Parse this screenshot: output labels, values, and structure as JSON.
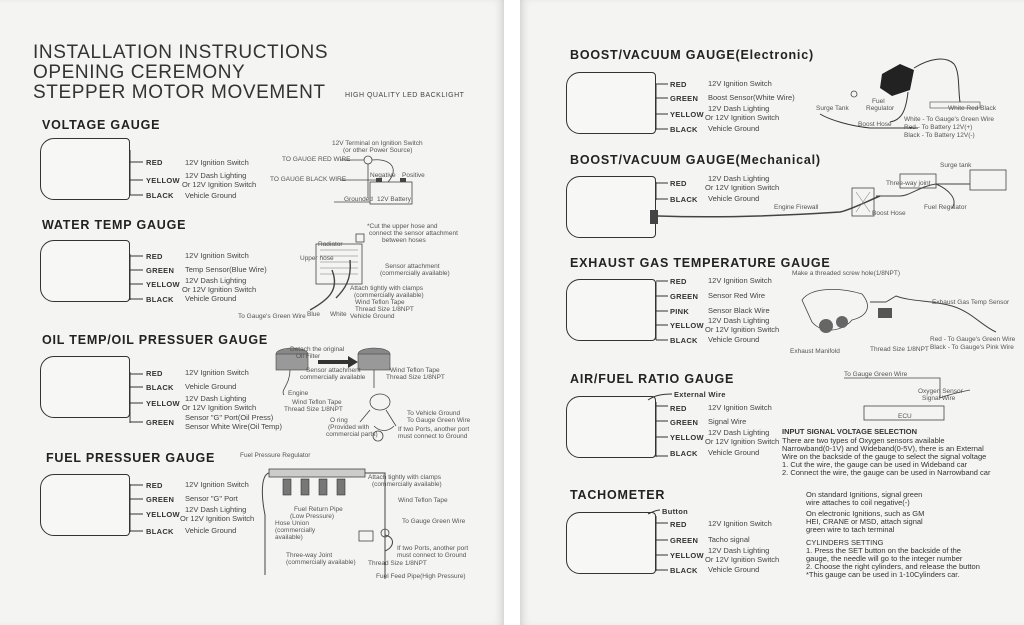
{
  "left_page": {
    "title_lines": [
      "INSTALLATION INSTRUCTIONS",
      "OPENING CEREMONY",
      "STEPPER MOTOR MOVEMENT"
    ],
    "subtitle": "HIGH QUALITY LED BACKLIGHT",
    "voltage": {
      "title": "VOLTAGE GAUGE",
      "wires": [
        {
          "color": "RED",
          "desc": [
            "12V Ignition Switch"
          ]
        },
        {
          "color": "YELLOW",
          "desc": [
            "12V Dash Lighting",
            "Or 12V Ignition Switch"
          ]
        },
        {
          "color": "BLACK",
          "desc": [
            "Vehicle Ground"
          ]
        }
      ],
      "labels": {
        "terminal": "12V Terminal on Ignition Switch",
        "terminal_sub": "(or other Power Source)",
        "red_wire": "TO GAUGE RED WIRE",
        "black_wire": "TO GAUGE BLACK WIRE",
        "negative": "Negative",
        "positive": "Positive",
        "grounded": "Grounded",
        "battery": "12V Battery"
      }
    },
    "water": {
      "title": "WATER TEMP GAUGE",
      "wires": [
        {
          "color": "RED",
          "desc": [
            "12V Ignition Switch"
          ]
        },
        {
          "color": "GREEN",
          "desc": [
            "Temp Sensor(Blue Wire)"
          ]
        },
        {
          "color": "YELLOW",
          "desc": [
            "12V Dash Lighting",
            "Or 12V Ignition Switch"
          ]
        },
        {
          "color": "BLACK",
          "desc": [
            "Vehicle Ground"
          ]
        }
      ],
      "labels": {
        "cut_note": [
          "*Cut the upper hose and",
          "connect the sensor attachment",
          "between hoses"
        ],
        "radiator": "Radiator",
        "upper_hose": "Upper hose",
        "sensor_attach": [
          "Sensor attachment",
          "(commercially available)"
        ],
        "clamps": [
          "Attach tightly with clamps",
          "(commercially available)"
        ],
        "teflon": [
          "Wind Teflon Tape",
          "Thread Size 1/8NPT"
        ],
        "to_green": "To Gauge's Green Wire",
        "blue": "Blue",
        "white": "White",
        "ground": "Vehicle Ground"
      }
    },
    "oil": {
      "title": "OIL TEMP/OIL PRESSUER GAUGE",
      "wires": [
        {
          "color": "RED",
          "desc": [
            "12V Ignition Switch"
          ]
        },
        {
          "color": "BLACK",
          "desc": [
            "Vehicle Ground"
          ]
        },
        {
          "color": "YELLOW",
          "desc": [
            "12V Dash Lighting",
            "Or 12V Ignition Switch"
          ]
        },
        {
          "color": "GREEN",
          "desc": [
            "Sensor \"G\" Port(Oil Press)",
            "Sensor White Wire(Oil Temp)"
          ]
        }
      ],
      "labels": {
        "detach": [
          "Detach the original",
          "Oil Filter"
        ],
        "sensor_attach": [
          "Sensor attachment",
          "commercially available"
        ],
        "teflon_right": [
          "Wind Teflon Tape",
          "Thread Size 1/8NPT"
        ],
        "engine": "Engine",
        "teflon_left": [
          "Wind Teflon Tape",
          "Thread Size 1/8NPT"
        ],
        "oring": [
          "O ring",
          "(Provided with",
          "commercial parts)"
        ],
        "to_ground": "To Vehicle Ground",
        "to_green": "To Gauge Green Wire",
        "two_ports": [
          "If two Ports, another port",
          "must connect to Ground"
        ]
      }
    },
    "fuel": {
      "title": "FUEL PRESSUER GAUGE",
      "wires": [
        {
          "color": "RED",
          "desc": [
            "12V Ignition Switch"
          ]
        },
        {
          "color": "GREEN",
          "desc": [
            "Sensor \"G\" Port"
          ]
        },
        {
          "color": "YELLOW",
          "desc": [
            "12V Dash Lighting",
            "Or 12V Ignition Switch"
          ]
        },
        {
          "color": "BLACK",
          "desc": [
            "Vehicle Ground"
          ]
        }
      ],
      "labels": {
        "regulator": "Fuel Pressure Regulator",
        "clamps": [
          "Attach tightly with clamps",
          "(commercially available)"
        ],
        "return_pipe": [
          "Fuel Return Pipe",
          "(Low Pressure)"
        ],
        "hose_union": [
          "Hose Union",
          "(commercially",
          "available)"
        ],
        "teflon": "Wind Teflon Tape",
        "to_green": "To Gauge Green Wire",
        "three_way": [
          "Three-way Joint",
          "(commercially available)"
        ],
        "two_ports": [
          "If two Ports, another port",
          "must connect to Ground"
        ],
        "thread": "Thread Size 1/8NPT",
        "feed_pipe": "Fuel Feed Pipe(High Pressure)"
      }
    }
  },
  "right_page": {
    "boost_e": {
      "title": "BOOST/VACUUM GAUGE(Electronic)",
      "wires": [
        {
          "color": "RED",
          "desc": [
            "12V Ignition Switch"
          ]
        },
        {
          "color": "GREEN",
          "desc": [
            "Boost Sensor(White Wire)"
          ]
        },
        {
          "color": "YELLOW",
          "desc": [
            "12V Dash Lighting",
            "Or 12V Ignition Switch"
          ]
        },
        {
          "color": "BLACK",
          "desc": [
            "Vehicle Ground"
          ]
        }
      ],
      "labels": {
        "surge": "Surge Tank",
        "fuel_reg": [
          "Fuel",
          "Regulator"
        ],
        "wire_colors": "White Red Black",
        "boost_hose": "Boost Hose",
        "legend": [
          "White - To Gauge's Green Wire",
          "Red - To Battery 12V(+)",
          "Black - To Battery 12V(-)"
        ]
      }
    },
    "boost_m": {
      "title": "BOOST/VACUUM GAUGE(Mechanical)",
      "wires": [
        {
          "color": "RED",
          "desc": [
            "12V Dash Lighting",
            "Or 12V Ignition Switch"
          ]
        },
        {
          "color": "BLACK",
          "desc": [
            "Vehicle Ground"
          ]
        }
      ],
      "labels": {
        "surge": "Surge tank",
        "three_way": "Three-way joint",
        "firewall": "Engine Firewall",
        "boost_hose": "Boost Hose",
        "fuel_reg": "Fuel Regulator"
      }
    },
    "egt": {
      "title": "EXHAUST GAS TEMPERATURE GAUGE",
      "wires": [
        {
          "color": "RED",
          "desc": [
            "12V Ignition Switch"
          ]
        },
        {
          "color": "GREEN",
          "desc": [
            "Sensor Red Wire"
          ]
        },
        {
          "color": "PINK",
          "desc": [
            "Sensor Black Wire"
          ]
        },
        {
          "color": "YELLOW",
          "desc": [
            "12V Dash Lighting",
            "Or 12V Ignition Switch"
          ]
        },
        {
          "color": "BLACK",
          "desc": [
            "Vehicle Ground"
          ]
        }
      ],
      "labels": {
        "screw_hole": "Make a threaded screw hole(1/8NPT)",
        "sensor": "Exhaust Gas Temp Sensor",
        "red_green": "Red - To Gauge's Green Wire",
        "black_pink": "Black - To Gauge's Pink Wire",
        "manifold": "Exhaust Manifold",
        "thread": "Thread Size 1/8NPT"
      }
    },
    "afr": {
      "title": "AIR/FUEL RATIO GAUGE",
      "external": "External Wire",
      "wires": [
        {
          "color": "RED",
          "desc": [
            "12V Ignition Switch"
          ]
        },
        {
          "color": "GREEN",
          "desc": [
            "Signal Wire"
          ]
        },
        {
          "color": "YELLOW",
          "desc": [
            "12V Dash Lighting",
            "Or 12V Ignition Switch"
          ]
        },
        {
          "color": "BLACK",
          "desc": [
            "Vehicle Ground"
          ]
        }
      ],
      "labels": {
        "to_green": "To Gauge Green Wire",
        "o2": [
          "Oxygen Sensor",
          "Signal Wire"
        ],
        "ecu": "ECU"
      },
      "selection_title": "INPUT SIGNAL VOLTAGE SELECTION",
      "selection_lines": [
        "There are two types of Oxygen sensors available",
        "Narrowband(0-1V) and Wideband(0-5V), there is an External",
        "Wire on the backside of the gauge to select the signal voltage",
        "1. Cut the wire, the gauge can be used in Wideband car",
        "2. Connect the wire, the gauge can be used in Narrowband car"
      ]
    },
    "tach": {
      "title": "TACHOMETER",
      "button": "Button",
      "wires": [
        {
          "color": "RED",
          "desc": [
            "12V Ignition Switch"
          ]
        },
        {
          "color": "GREEN",
          "desc": [
            "Tacho signal"
          ]
        },
        {
          "color": "YELLOW",
          "desc": [
            "12V Dash Lighting",
            "Or 12V Ignition Switch"
          ]
        },
        {
          "color": "BLACK",
          "desc": [
            "Vehicle Ground"
          ]
        }
      ],
      "ign_lines": [
        "On standard Ignitions, signal green",
        "wire attaches to coil negative(-)",
        "On electronic Ignitions, such as GM",
        "HEI, CRANE or MSD, attach signal",
        "green wire to tach terminal"
      ],
      "cyl_title": "CYLINDERS SETTING",
      "cyl_lines": [
        "1. Press the SET button on the backside of the",
        "gauge, the needle will go to the integer number",
        "2. Choose the right cylinders, and release the button",
        "*This gauge can be used in 1-10Cylinders car."
      ]
    }
  }
}
